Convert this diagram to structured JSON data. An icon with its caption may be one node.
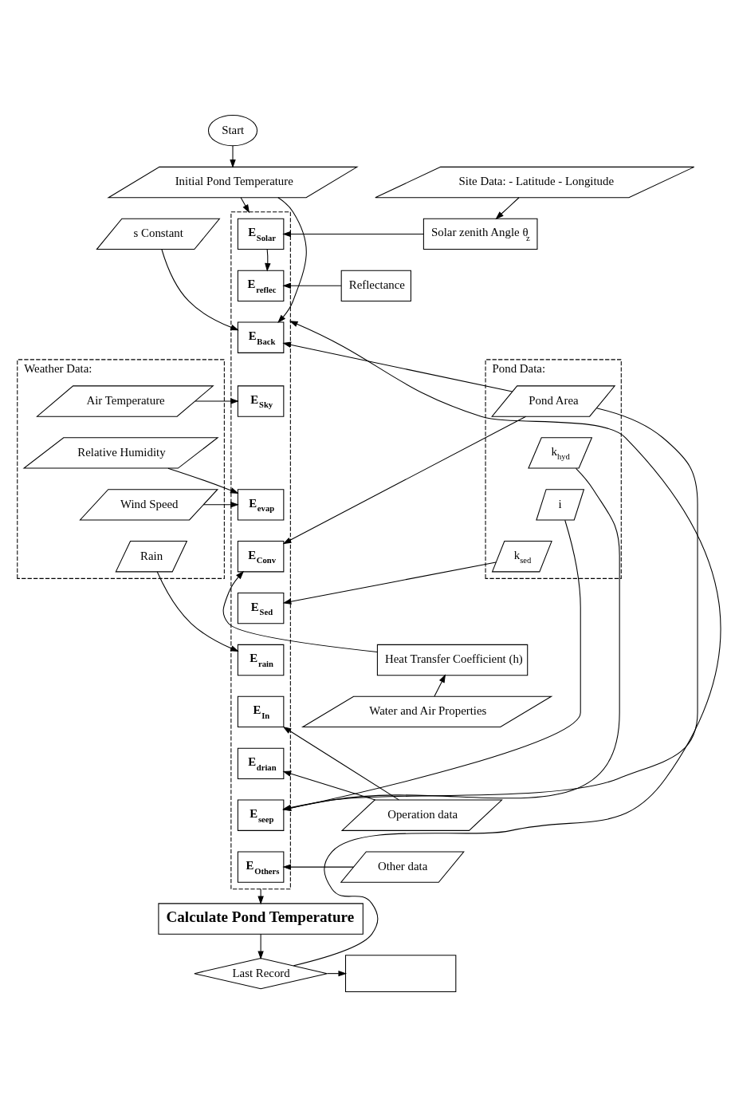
{
  "diagram": {
    "nodes": [
      {
        "text": [
          "Start"
        ]
      },
      {
        "text": [
          "Initial Pond Temperature"
        ]
      },
      {
        "text": [
          "Site Data: - Latitude - Longitude"
        ]
      },
      {
        "text": [],
        "shape": "box"
      },
      {
        "text": [
          "E$_{Solar}$"
        ],
        "in": 3
      },
      {
        "text": [
          "s Constant"
        ]
      },
      {
        "text": [
          "Solar zenith Angle θ$_{z}$"
        ]
      },
      {
        "text": [
          "Reflectance"
        ]
      },
      {
        "text": [
          "E$_{reflec}$"
        ],
        "in": 3
      },
      {
        "text": [
          "Weather Data:"
        ]
      },
      {
        "text": [
          "E$_{Back}$"
        ],
        "in": 3
      },
      {
        "text": [
          "Pond Data:"
        ]
      },
      {
        "text": [
          "Air Temperature"
        ],
        "in": 9
      },
      {
        "text": [
          "E$_{Sky}$"
        ],
        "in": 3
      },
      {
        "text": [
          "Pond Area"
        ],
        "in": 11
      },
      {
        "text": [
          "Relative Humidity"
        ],
        "in": 9
      },
      {
        "text": [
          "k$_{hyd}$"
        ],
        "in": 11
      },
      {
        "text": [
          "Wind Speed"
        ],
        "in": 9
      },
      {
        "text": [
          "E$_{evap}$"
        ],
        "in": 3
      },
      {
        "text": [
          "i"
        ],
        "in": 11
      },
      {
        "text": [
          "Rain"
        ],
        "in": 9
      },
      {
        "text": [
          "E$_{Conv}$"
        ],
        "in": 3
      },
      {
        "text": [
          "k$_{sed}$"
        ],
        "in": 11
      },
      {
        "text": [
          "E$_{Sed}$"
        ],
        "in": 3
      },
      {
        "text": [
          "Heat Transfer Coefficient (h)"
        ]
      },
      {
        "text": [
          "E$_{rain}$"
        ],
        "in": 3
      },
      {
        "text": [
          "E$_{In}$"
        ],
        "in": 3
      },
      {
        "text": [
          "Water and Air Properties"
        ]
      },
      {
        "text": [
          "E$_{drian}$"
        ],
        "in": 3
      },
      {
        "text": [
          "Operation data"
        ]
      },
      {
        "text": [
          "E$_{seep}$"
        ],
        "in": 3
      },
      {
        "text": [
          "E$_{Others}$"
        ],
        "in": 3
      },
      {
        "text": [
          "Other data"
        ]
      },
      {
        "text": [
          "Calculate Pond Temperature"
        ]
      },
      {
        "text": [
          "Last Record"
        ]
      },
      {
        "text": [],
        "shape": "box"
      }
    ],
    "edges": [
      {
        "from": 0,
        "to": 1,
        "arrow": "to"
      },
      {
        "from": 1,
        "to": 3,
        "arrow": "to"
      },
      {
        "from": 1,
        "to": 10,
        "arrow": "to"
      },
      {
        "from": 34,
        "to": 3,
        "arrow": "to"
      },
      {
        "from": 2,
        "to": 6,
        "arrow": "to"
      },
      {
        "from": 6,
        "to": 4,
        "arrow": "to"
      },
      {
        "from": 4,
        "to": 8,
        "arrow": "to"
      },
      {
        "from": 7,
        "to": 8,
        "arrow": "to"
      },
      {
        "from": 5,
        "to": 10,
        "arrow": "to"
      },
      {
        "from": 14,
        "to": 10,
        "arrow": "to"
      },
      {
        "from": 12,
        "to": 13,
        "arrow": "to"
      },
      {
        "from": 15,
        "to": 18,
        "arrow": "to"
      },
      {
        "from": 17,
        "to": 18,
        "arrow": "to"
      },
      {
        "from": 14,
        "to": 21,
        "arrow": "to"
      },
      {
        "from": 24,
        "to": 21,
        "arrow": "to"
      },
      {
        "from": 20,
        "to": 25,
        "arrow": "to"
      },
      {
        "from": 22,
        "to": 23,
        "arrow": "to"
      },
      {
        "from": 14,
        "to": 30,
        "arrow": "to"
      },
      {
        "from": 16,
        "to": 30,
        "arrow": "to"
      },
      {
        "from": 19,
        "to": 30,
        "arrow": "to"
      },
      {
        "from": 27,
        "to": 24,
        "arrow": "to"
      },
      {
        "from": 29,
        "to": 26,
        "arrow": "to"
      },
      {
        "from": 29,
        "to": 28,
        "arrow": "to"
      },
      {
        "from": 32,
        "to": 31,
        "arrow": "to"
      },
      {
        "from": 3,
        "to": 33,
        "arrow": "to"
      },
      {
        "from": 33,
        "to": 34,
        "arrow": "to"
      },
      {
        "from": 34,
        "to": 35,
        "arrow": "to"
      }
    ]
  }
}
